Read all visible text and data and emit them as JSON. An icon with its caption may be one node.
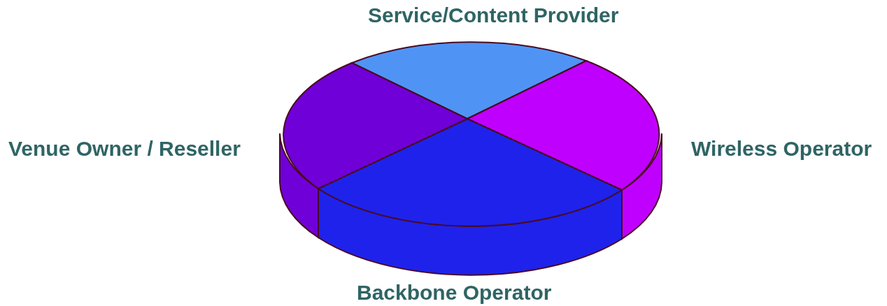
{
  "diagram": {
    "labels": [
      "Service/Content Provider",
      "Venue Owner / Reseller",
      "Wireless Operator",
      "Backbone Operator"
    ]
  }
}
